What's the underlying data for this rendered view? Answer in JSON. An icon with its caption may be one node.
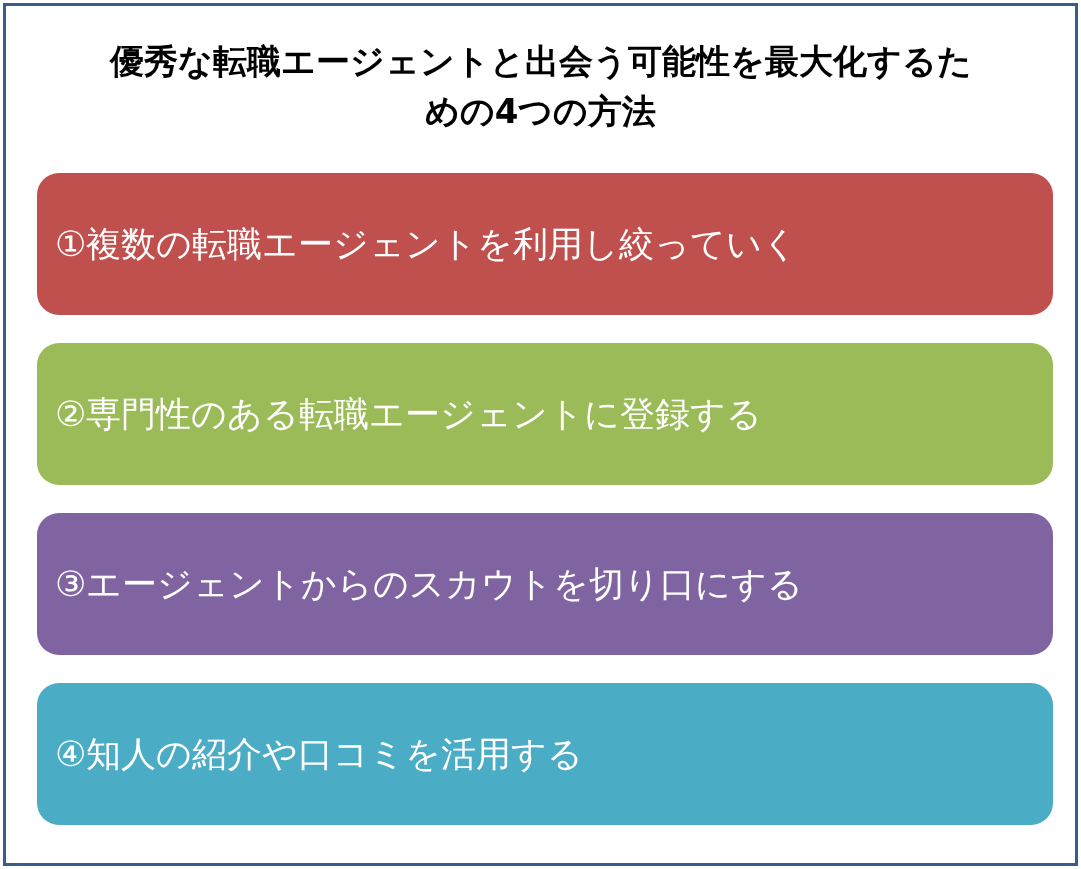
{
  "diagram": {
    "title": "優秀な転職エージェントと出会う可能性を最大化するための4つの方法",
    "nodes": [
      {
        "text": [
          "①複数の転職エージェントを利用し絞っていく"
        ]
      },
      {
        "text": [
          "②専門性のある転職エージェントに登録する"
        ]
      },
      {
        "text": [
          "③エージェントからのスカウトを切り口にする"
        ]
      },
      {
        "text": [
          "④知人の紹介や口コミを活用する"
        ]
      }
    ]
  }
}
